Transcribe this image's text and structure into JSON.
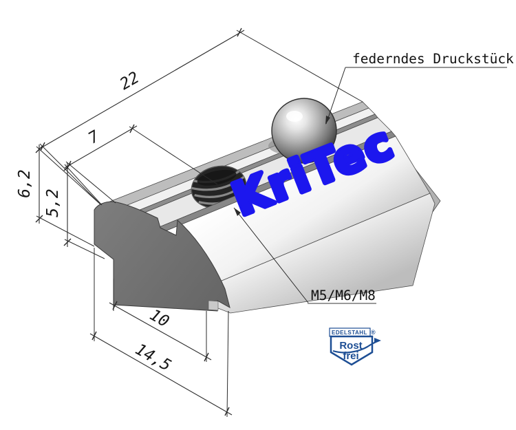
{
  "drawing": {
    "callouts": {
      "pressure_piece": "federndes Druckstück",
      "thread_sizes": "M5/M6/M8"
    },
    "dimensions": {
      "length": "22",
      "thread_position": "7",
      "height_total": "6,2",
      "height_body": "5,2",
      "width_body": "10",
      "width_total": "14,5"
    },
    "logo_text": "KriTec",
    "badge": {
      "header": "EDELSTAHL",
      "registered_mark": "®",
      "line1": "Rost",
      "line2": "frei"
    },
    "colors": {
      "logo_blue": "#1c17ee",
      "badge_blue": "#1d4e94",
      "line_color": "#2b2b2b"
    }
  }
}
